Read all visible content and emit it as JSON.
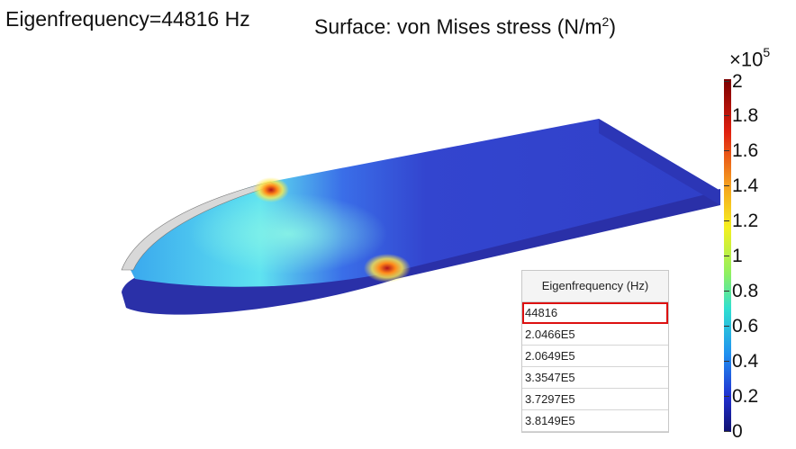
{
  "plot": {
    "eigen_title": "Eigenfrequency=44816 Hz",
    "surface_title_prefix": "Surface: von Mises stress (N/m",
    "surface_title_sup": "2",
    "surface_title_suffix": ")"
  },
  "colorbar": {
    "multiplier_base": "×10",
    "multiplier_exp": "5",
    "ticks": [
      "2",
      "1.8",
      "1.6",
      "1.4",
      "1.2",
      "1",
      "0.8",
      "0.6",
      "0.4",
      "0.2",
      "0"
    ],
    "colormap": "rainbow (dark blue → cyan → yellow → dark red)"
  },
  "eigen_table": {
    "header": "Eigenfrequency (Hz)",
    "rows": [
      "44816",
      "2.0466E5",
      "2.0649E5",
      "3.3547E5",
      "3.7297E5",
      "3.8149E5"
    ],
    "selected_index": 0
  }
}
